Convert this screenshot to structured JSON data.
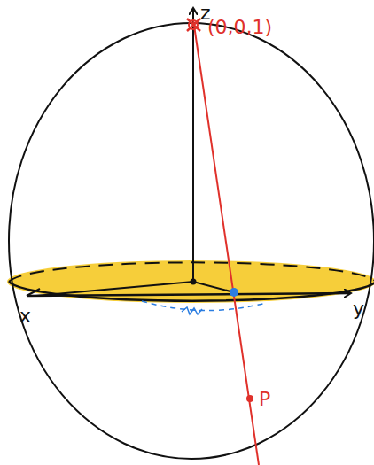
{
  "diagram": {
    "labels": [
      "z",
      "(0,0,1)",
      "x",
      "y",
      "P"
    ]
  }
}
